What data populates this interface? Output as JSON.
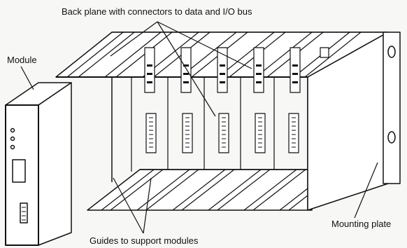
{
  "labels": {
    "backplane": "Back plane with connectors to data and I/O bus",
    "module": "Module",
    "guides": "Guides to support modules",
    "mounting_plate": "Mounting plate"
  }
}
